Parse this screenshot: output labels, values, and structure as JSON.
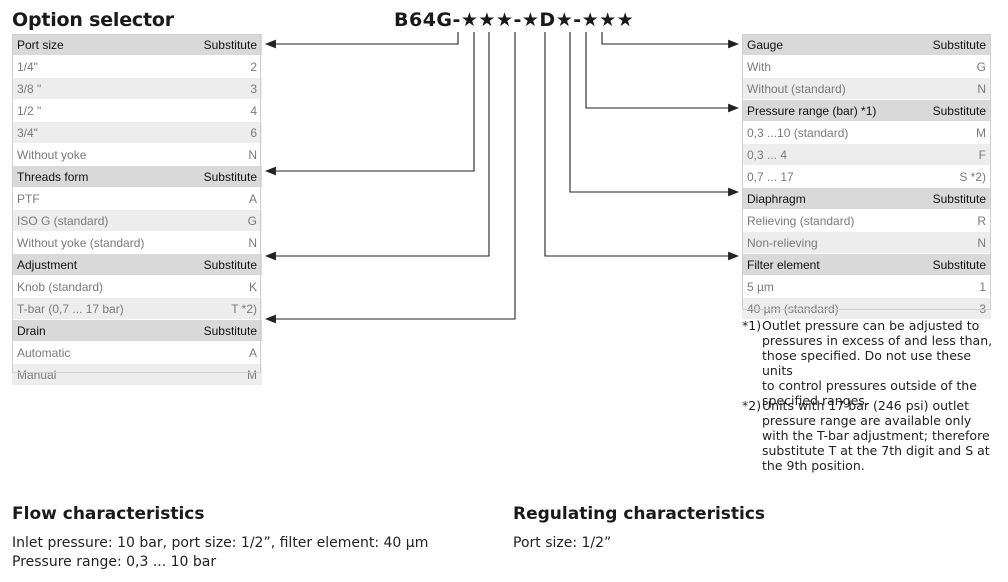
{
  "title": "Option selector",
  "model_code": "B64G-★★★-★D★-★★★",
  "left_groups": [
    {
      "header": "Port size",
      "col": "Substitute",
      "rows": [
        {
          "label": "1/4\"",
          "value": "2"
        },
        {
          "label": "3/8 \"",
          "value": "3"
        },
        {
          "label": "1/2 \"",
          "value": "4"
        },
        {
          "label": "3/4\"",
          "value": "6"
        },
        {
          "label": "Without yoke",
          "value": "N"
        }
      ]
    },
    {
      "header": "Threads form",
      "col": "Substitute",
      "rows": [
        {
          "label": "PTF",
          "value": "A"
        },
        {
          "label": "ISO G (standard)",
          "value": "G"
        },
        {
          "label": "Without yoke (standard)",
          "value": "N"
        }
      ]
    },
    {
      "header": "Adjustment",
      "col": "Substitute",
      "rows": [
        {
          "label": "Knob (standard)",
          "value": "K"
        },
        {
          "label": "T-bar  (0,7 ... 17 bar)",
          "value": "T *2)"
        }
      ]
    },
    {
      "header": "Drain",
      "col": "Substitute",
      "rows": [
        {
          "label": "Automatic",
          "value": "A"
        },
        {
          "label": "Manual",
          "value": "M"
        }
      ]
    }
  ],
  "right_groups": [
    {
      "header": "Gauge",
      "col": "Substitute",
      "rows": [
        {
          "label": "With",
          "value": "G"
        },
        {
          "label": "Without (standard)",
          "value": "N"
        }
      ]
    },
    {
      "header": "Pressure range (bar) *1)",
      "col": "Substitute",
      "rows": [
        {
          "label": "0,3 ...10 (standard)",
          "value": "M"
        },
        {
          "label": "0,3 ... 4",
          "value": "F"
        },
        {
          "label": "0,7 ... 17",
          "value": "S *2)"
        }
      ]
    },
    {
      "header": "Diaphragm",
      "col": "Substitute",
      "rows": [
        {
          "label": "Relieving (standard)",
          "value": "R"
        },
        {
          "label": "Non-relieving",
          "value": "N"
        }
      ]
    },
    {
      "header": "Filter element",
      "col": "Substitute",
      "rows": [
        {
          "label": "5 µm",
          "value": "1"
        },
        {
          "label": "40 µm (standard)",
          "value": "3"
        }
      ]
    }
  ],
  "notes": [
    {
      "mark": "*1)",
      "lines": [
        "Outlet pressure can be adjusted to",
        "pressures in excess of and less than,",
        "those specified. Do not use these units",
        "to control pressures outside of the",
        "specified ranges."
      ]
    },
    {
      "mark": "*2)",
      "lines": [
        "Units with 17 bar (246 psi) outlet",
        "pressure range are available only",
        "with the T-bar adjustment; therefore",
        "substitute T at the 7th digit and S at",
        "the 9th position."
      ]
    }
  ],
  "flow": {
    "title": "Flow characteristics",
    "lines": [
      "Inlet pressure: 10 bar, port size: 1/2”, filter element: 40 µm",
      "Pressure range: 0,3 ... 10 bar"
    ]
  },
  "regulating": {
    "title": "Regulating characteristics",
    "lines": [
      "Port size: 1/2”"
    ]
  }
}
